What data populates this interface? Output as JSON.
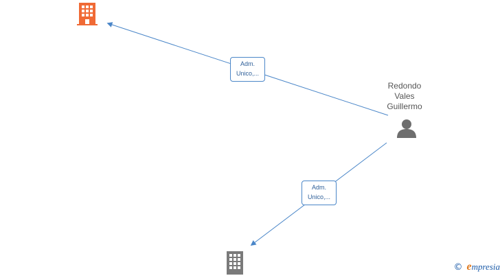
{
  "colors": {
    "edge": "#4a86c8",
    "company_highlight": "#f06a35",
    "company_default": "#7a7a7a",
    "person": "#6e6e6e"
  },
  "nodes": {
    "company_top": {
      "icon": "building-icon"
    },
    "company_bottom": {
      "icon": "building-icon"
    },
    "person": {
      "icon": "person-icon",
      "name_lines": [
        "Redondo",
        "Vales",
        "Guillermo"
      ]
    }
  },
  "edges": [
    {
      "label_lines": [
        "Adm.",
        "Unico,..."
      ]
    },
    {
      "label_lines": [
        "Adm.",
        "Unico,..."
      ]
    }
  ],
  "watermark": {
    "copyright": "©",
    "brand_initial": "e",
    "brand_rest": "mpresia"
  }
}
